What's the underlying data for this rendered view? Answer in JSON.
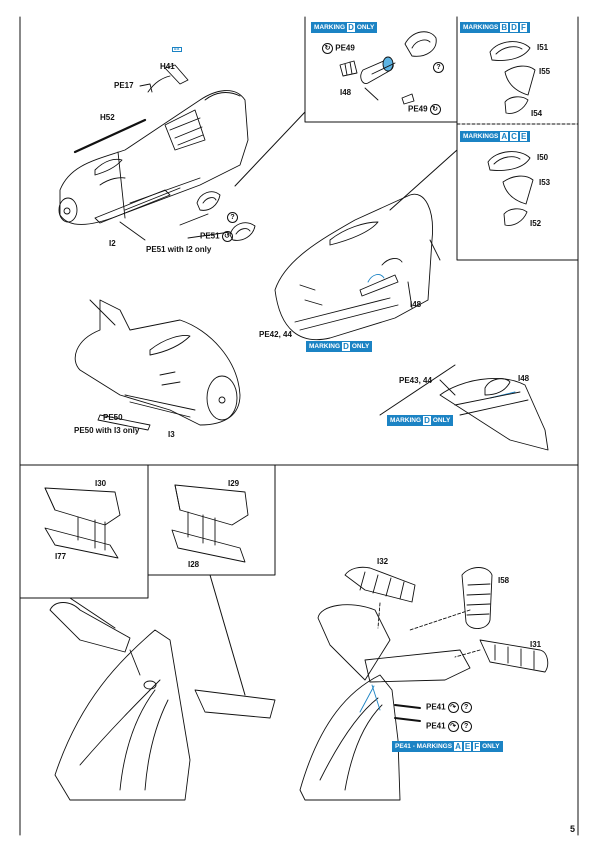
{
  "page_number": "5",
  "colors": {
    "accent": "#1b83c4",
    "ink": "#111111"
  },
  "labels": {
    "h41": "H41",
    "pe17": "PE17",
    "h52": "H52",
    "i2": "I2",
    "pe51": "PE51",
    "pe51_note": "PE51 with I2 only",
    "pe49_top": "PE49",
    "i48_top": "I48",
    "pe49_bottom": "PE49",
    "i51": "I51",
    "i55": "I55",
    "i54": "I54",
    "i50": "I50",
    "i53": "I53",
    "i52": "I52",
    "i48_mid": "I48",
    "pe42_44": "PE42, 44",
    "pe50": "PE50",
    "pe50_note": "PE50 with I3 only",
    "i3": "I3",
    "pe43_44": "PE43, 44",
    "i48_low": "I48",
    "i30": "I30",
    "i77": "I77",
    "i29": "I29",
    "i28": "I28",
    "i32": "I32",
    "i58": "I58",
    "i31": "I31",
    "pe41_a": "PE41",
    "pe41_b": "PE41"
  },
  "markings": {
    "d_top": {
      "prefix": "MARKING",
      "letters": [
        "D"
      ],
      "suffix": "ONLY"
    },
    "bdf": {
      "prefix": "MARKINGS",
      "letters": [
        "B",
        "D",
        "F"
      ],
      "suffix": ""
    },
    "ace": {
      "prefix": "MARKINGS",
      "letters": [
        "A",
        "C",
        "E"
      ],
      "suffix": ""
    },
    "d_mid": {
      "prefix": "MARKING",
      "letters": [
        "D"
      ],
      "suffix": "ONLY"
    },
    "d_low": {
      "prefix": "MARKING",
      "letters": [
        "D"
      ],
      "suffix": "ONLY"
    },
    "pe41": {
      "prefix": "PE41 - MARKINGS",
      "letters": [
        "A",
        "E",
        "F"
      ],
      "suffix": "ONLY"
    }
  },
  "part_tags": {
    "h41_tag": "H41"
  },
  "icons": [
    "fold-symbol-icon",
    "question-symbol-icon",
    "bend-arrow-icon"
  ]
}
